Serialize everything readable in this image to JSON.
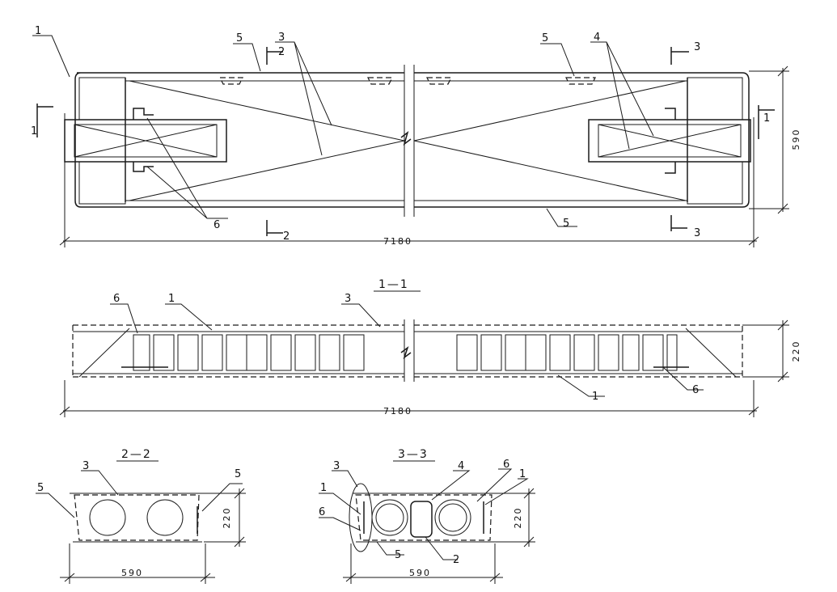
{
  "plan": {
    "length_dim": "7180",
    "width_dim": "590",
    "labels": {
      "l1": "1",
      "l5a": "5",
      "l3": "3",
      "l2": "2",
      "l5b": "5",
      "l4": "4",
      "l3b": "3",
      "l6": "6",
      "l2b": "2",
      "l5c": "5",
      "l3c": "3",
      "l1b": "1",
      "l1c": "1"
    }
  },
  "section_1_1": {
    "title": "1—1",
    "length_dim": "7180",
    "height_dim": "220",
    "labels": {
      "l6": "6",
      "l1": "1",
      "l3": "3",
      "l1b": "1",
      "l6b": "6"
    }
  },
  "section_2_2": {
    "title": "2—2",
    "width_dim": "590",
    "height_dim": "220",
    "labels": {
      "l3": "3",
      "l5": "5",
      "l5b": "5"
    }
  },
  "section_3_3": {
    "title": "3—3",
    "width_dim": "590",
    "height_dim": "220",
    "labels": {
      "l3": "3",
      "l4": "4",
      "l6": "6",
      "l1": "1",
      "l1b": "1",
      "l6b": "6",
      "l5": "5",
      "l2": "2"
    }
  }
}
